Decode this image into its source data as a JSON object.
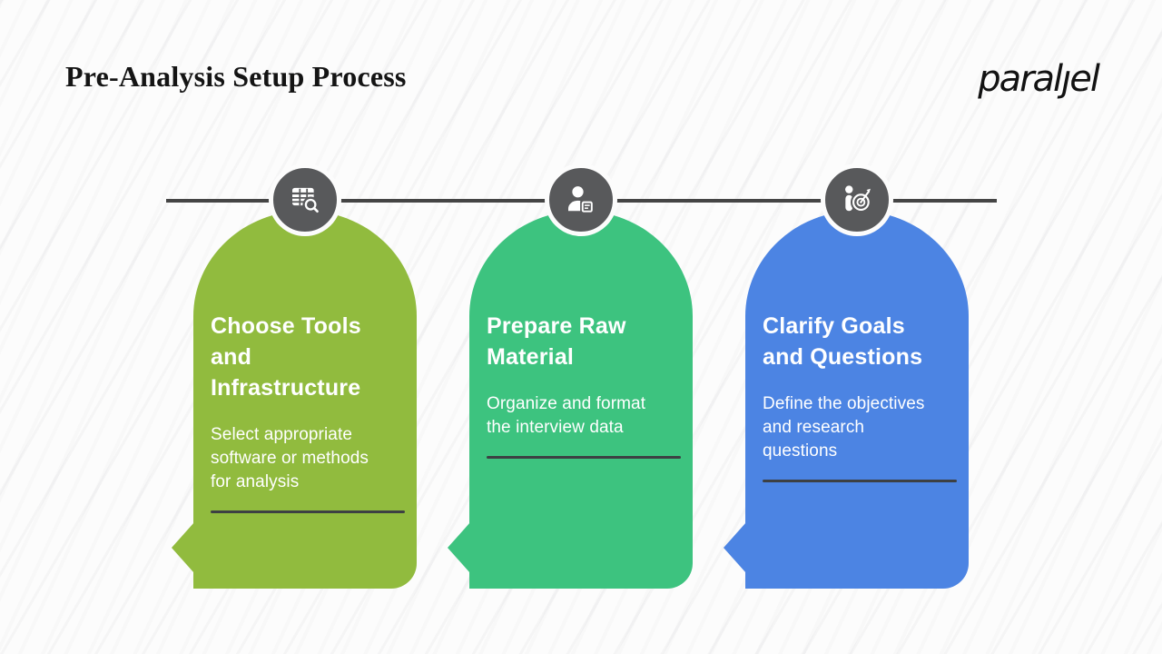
{
  "slide": {
    "title": "Pre-Analysis Setup Process",
    "logo_text": "paralȷel"
  },
  "colors": {
    "background": "#fcfcfc",
    "timeline_line": "#454545",
    "node_circle_fill": "#58595b",
    "node_ring": "#fcfcfc",
    "card_divider": "#3d4043",
    "card_text": "#ffffff",
    "heading_text": "#141414"
  },
  "steps": [
    {
      "icon": "table-search",
      "accent_color": "#91BB3E",
      "title_lines": [
        "Choose Tools",
        "and",
        "Infrastructure"
      ],
      "description_lines": [
        "Select appropriate",
        "software or methods",
        "for analysis"
      ]
    },
    {
      "icon": "person-document",
      "accent_color": "#3DC37F",
      "title_lines": [
        "Prepare Raw",
        "Material"
      ],
      "description_lines": [
        "Organize and format",
        "the interview data"
      ]
    },
    {
      "icon": "person-target",
      "accent_color": "#4C84E3",
      "title_lines": [
        "Clarify Goals",
        "and Questions"
      ],
      "description_lines": [
        "Define the objectives",
        "and research",
        "questions"
      ]
    }
  ]
}
